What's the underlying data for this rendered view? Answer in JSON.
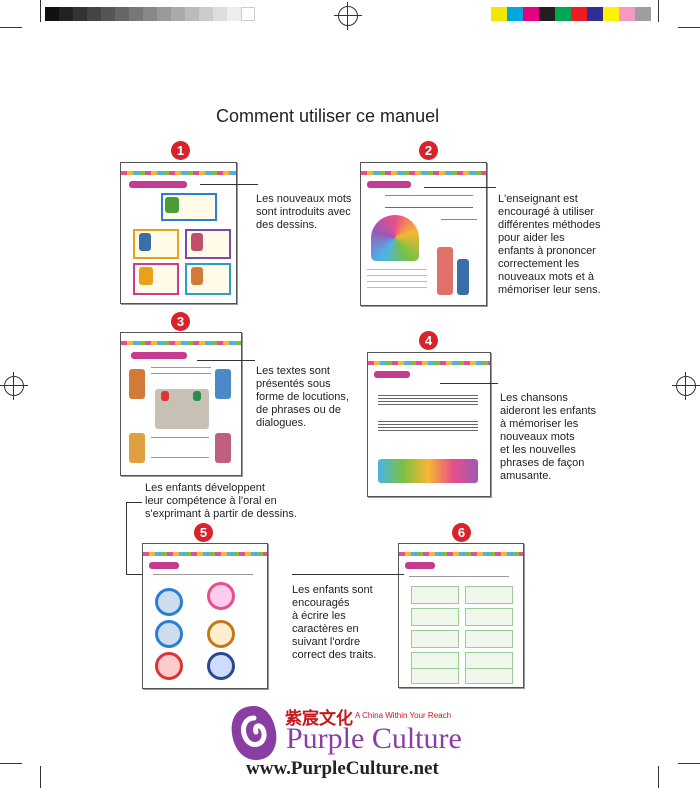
{
  "title": "Comment utiliser ce manuel",
  "print_marks": {
    "gray_steps": [
      "#111",
      "#222",
      "#333",
      "#444",
      "#555",
      "#666",
      "#777",
      "#888",
      "#999",
      "#aaa",
      "#bbb",
      "#ccc",
      "#ddd",
      "#eee",
      "#fff"
    ],
    "color_steps": [
      "#f5e600",
      "#00a6e0",
      "#e5007e",
      "#231f20",
      "#00a651",
      "#ed1c24",
      "#2e3192",
      "#fff200",
      "#f49ac1",
      "#9e9e9e",
      "#bdbdbd"
    ]
  },
  "steps": [
    {
      "number": "1",
      "description": [
        "Les nouveaux mots",
        "sont introduits avec",
        "des dessins."
      ]
    },
    {
      "number": "2",
      "description": [
        "L'enseignant est",
        "encouragé à utiliser",
        "différentes méthodes",
        "pour aider les",
        "enfants à prononcer",
        "correctement les",
        "nouveaux mots et à",
        "mémoriser leur sens."
      ]
    },
    {
      "number": "3",
      "description": [
        "Les textes sont",
        "présentés sous",
        "forme de locutions,",
        "de phrases ou de",
        "dialogues."
      ]
    },
    {
      "number": "4",
      "description": [
        "Les chansons",
        "aideront les enfants",
        "à mémoriser les",
        "nouveaux mots",
        "et les nouvelles",
        "phrases de façon",
        "amusante."
      ]
    },
    {
      "number": "5",
      "description": [
        "Les enfants développent",
        "leur compétence à l'oral en",
        "s'exprimant à partir de dessins."
      ]
    },
    {
      "number": "6",
      "description": [
        "Les enfants sont",
        "encouragés",
        "à écrire les",
        "caractères en",
        "suivant l'ordre",
        "correct des traits."
      ]
    }
  ],
  "logo": {
    "chinese": "紫宸文化",
    "tagline": "A China Within Your Reach",
    "name": "Purple Culture",
    "url": "www.PurpleCulture.net"
  },
  "colors": {
    "badge": "#d8232a",
    "brand_purple": "#8a3ea3",
    "brand_red": "#c8161d"
  }
}
